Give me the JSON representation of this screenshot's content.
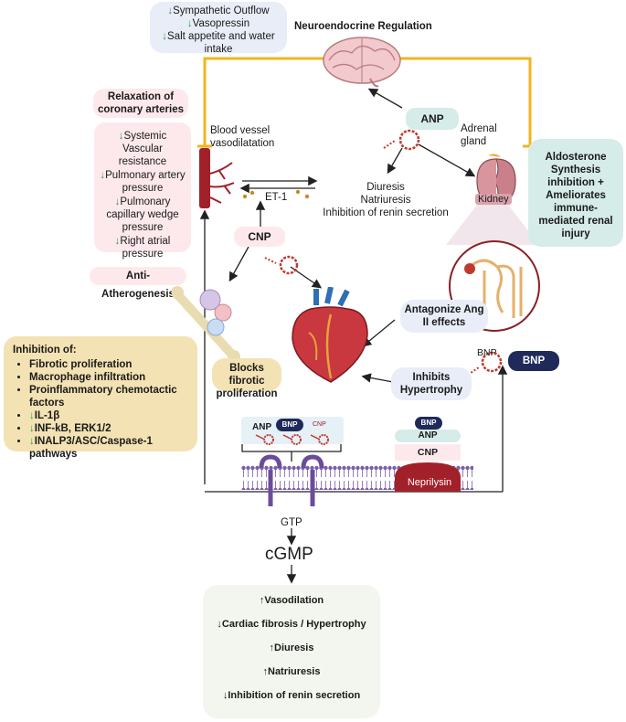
{
  "neuro": {
    "lines": [
      {
        "arrow": "↓",
        "text": "Sympathetic Outflow"
      },
      {
        "arrow": "↓",
        "text": "Vasopressin"
      },
      {
        "arrow": "↓",
        "text": "Salt appetite and water intake"
      }
    ],
    "title": "Neuroendocrine Regulation"
  },
  "coronary": {
    "text": "Relaxation of coronary arteries"
  },
  "vessel": {
    "label": "Blood vessel vasodilatation"
  },
  "hemo": {
    "lines": [
      {
        "arrow": "↓",
        "text": "Systemic Vascular resistance"
      },
      {
        "arrow": "↓",
        "text": "Pulmonary artery pressure"
      },
      {
        "arrow": "↓",
        "text": "Pulmonary capillary wedge pressure"
      },
      {
        "arrow": "↓",
        "text": "Right atrial pressure"
      }
    ]
  },
  "et1": "ET-1",
  "cnp": "CNP",
  "anp": "ANP",
  "bnp": "BNP",
  "bnp_label": "BNP",
  "adrenal": "Adrenal gland",
  "kidney": "Kidney",
  "renal_effects": [
    "Diuresis",
    "Natriuresis",
    "Inhibition of renin secretion"
  ],
  "aldosterone": "Aldosterone Synthesis inhibition + Ameliorates immune-mediated renal injury",
  "anti_ath": "Anti-Atherogenesis",
  "antagonize": "Antagonize Ang II effects",
  "hypertrophy": "Inhibits Hypertrophy",
  "blocks": "Blocks fibrotic proliferation",
  "inhibition": {
    "title": "Inhibition of:",
    "items": [
      {
        "arrow": "",
        "text": "Fibrotic proliferation"
      },
      {
        "arrow": "",
        "text": "Macrophage infiltration"
      },
      {
        "arrow": "",
        "text": "Proinflammatory chemotactic factors"
      },
      {
        "arrow": "↓",
        "text": "IL-1β"
      },
      {
        "arrow": "↓",
        "text": "INF-kB, ERK1/2"
      },
      {
        "arrow": "↓",
        "text": "INALP3/ASC/Caspase-1 pathways"
      }
    ]
  },
  "membrane": {
    "anp": "ANP",
    "bnp": "BNP",
    "cnp": "CNP",
    "nep_bnp": "BNP",
    "nep_anp": "ANP",
    "nep_cnp": "CNP",
    "neprilysin": "Neprilysin"
  },
  "gtp": "GTP",
  "cgmp": "cGMP",
  "effects": [
    {
      "arrow": "↑",
      "text": "Vasodilation"
    },
    {
      "arrow": "↓",
      "text": "Cardiac fibrosis / Hypertrophy"
    },
    {
      "arrow": "↑",
      "text": "Diuresis"
    },
    {
      "arrow": "↑",
      "text": "Natriuresis"
    },
    {
      "arrow": "↓",
      "text": "Inhibition of renin secretion"
    }
  ],
  "colors": {
    "orange": "#f2b41e",
    "navy": "#1f2a5a",
    "red": "#a1202a",
    "teal": "#d5ece8"
  }
}
